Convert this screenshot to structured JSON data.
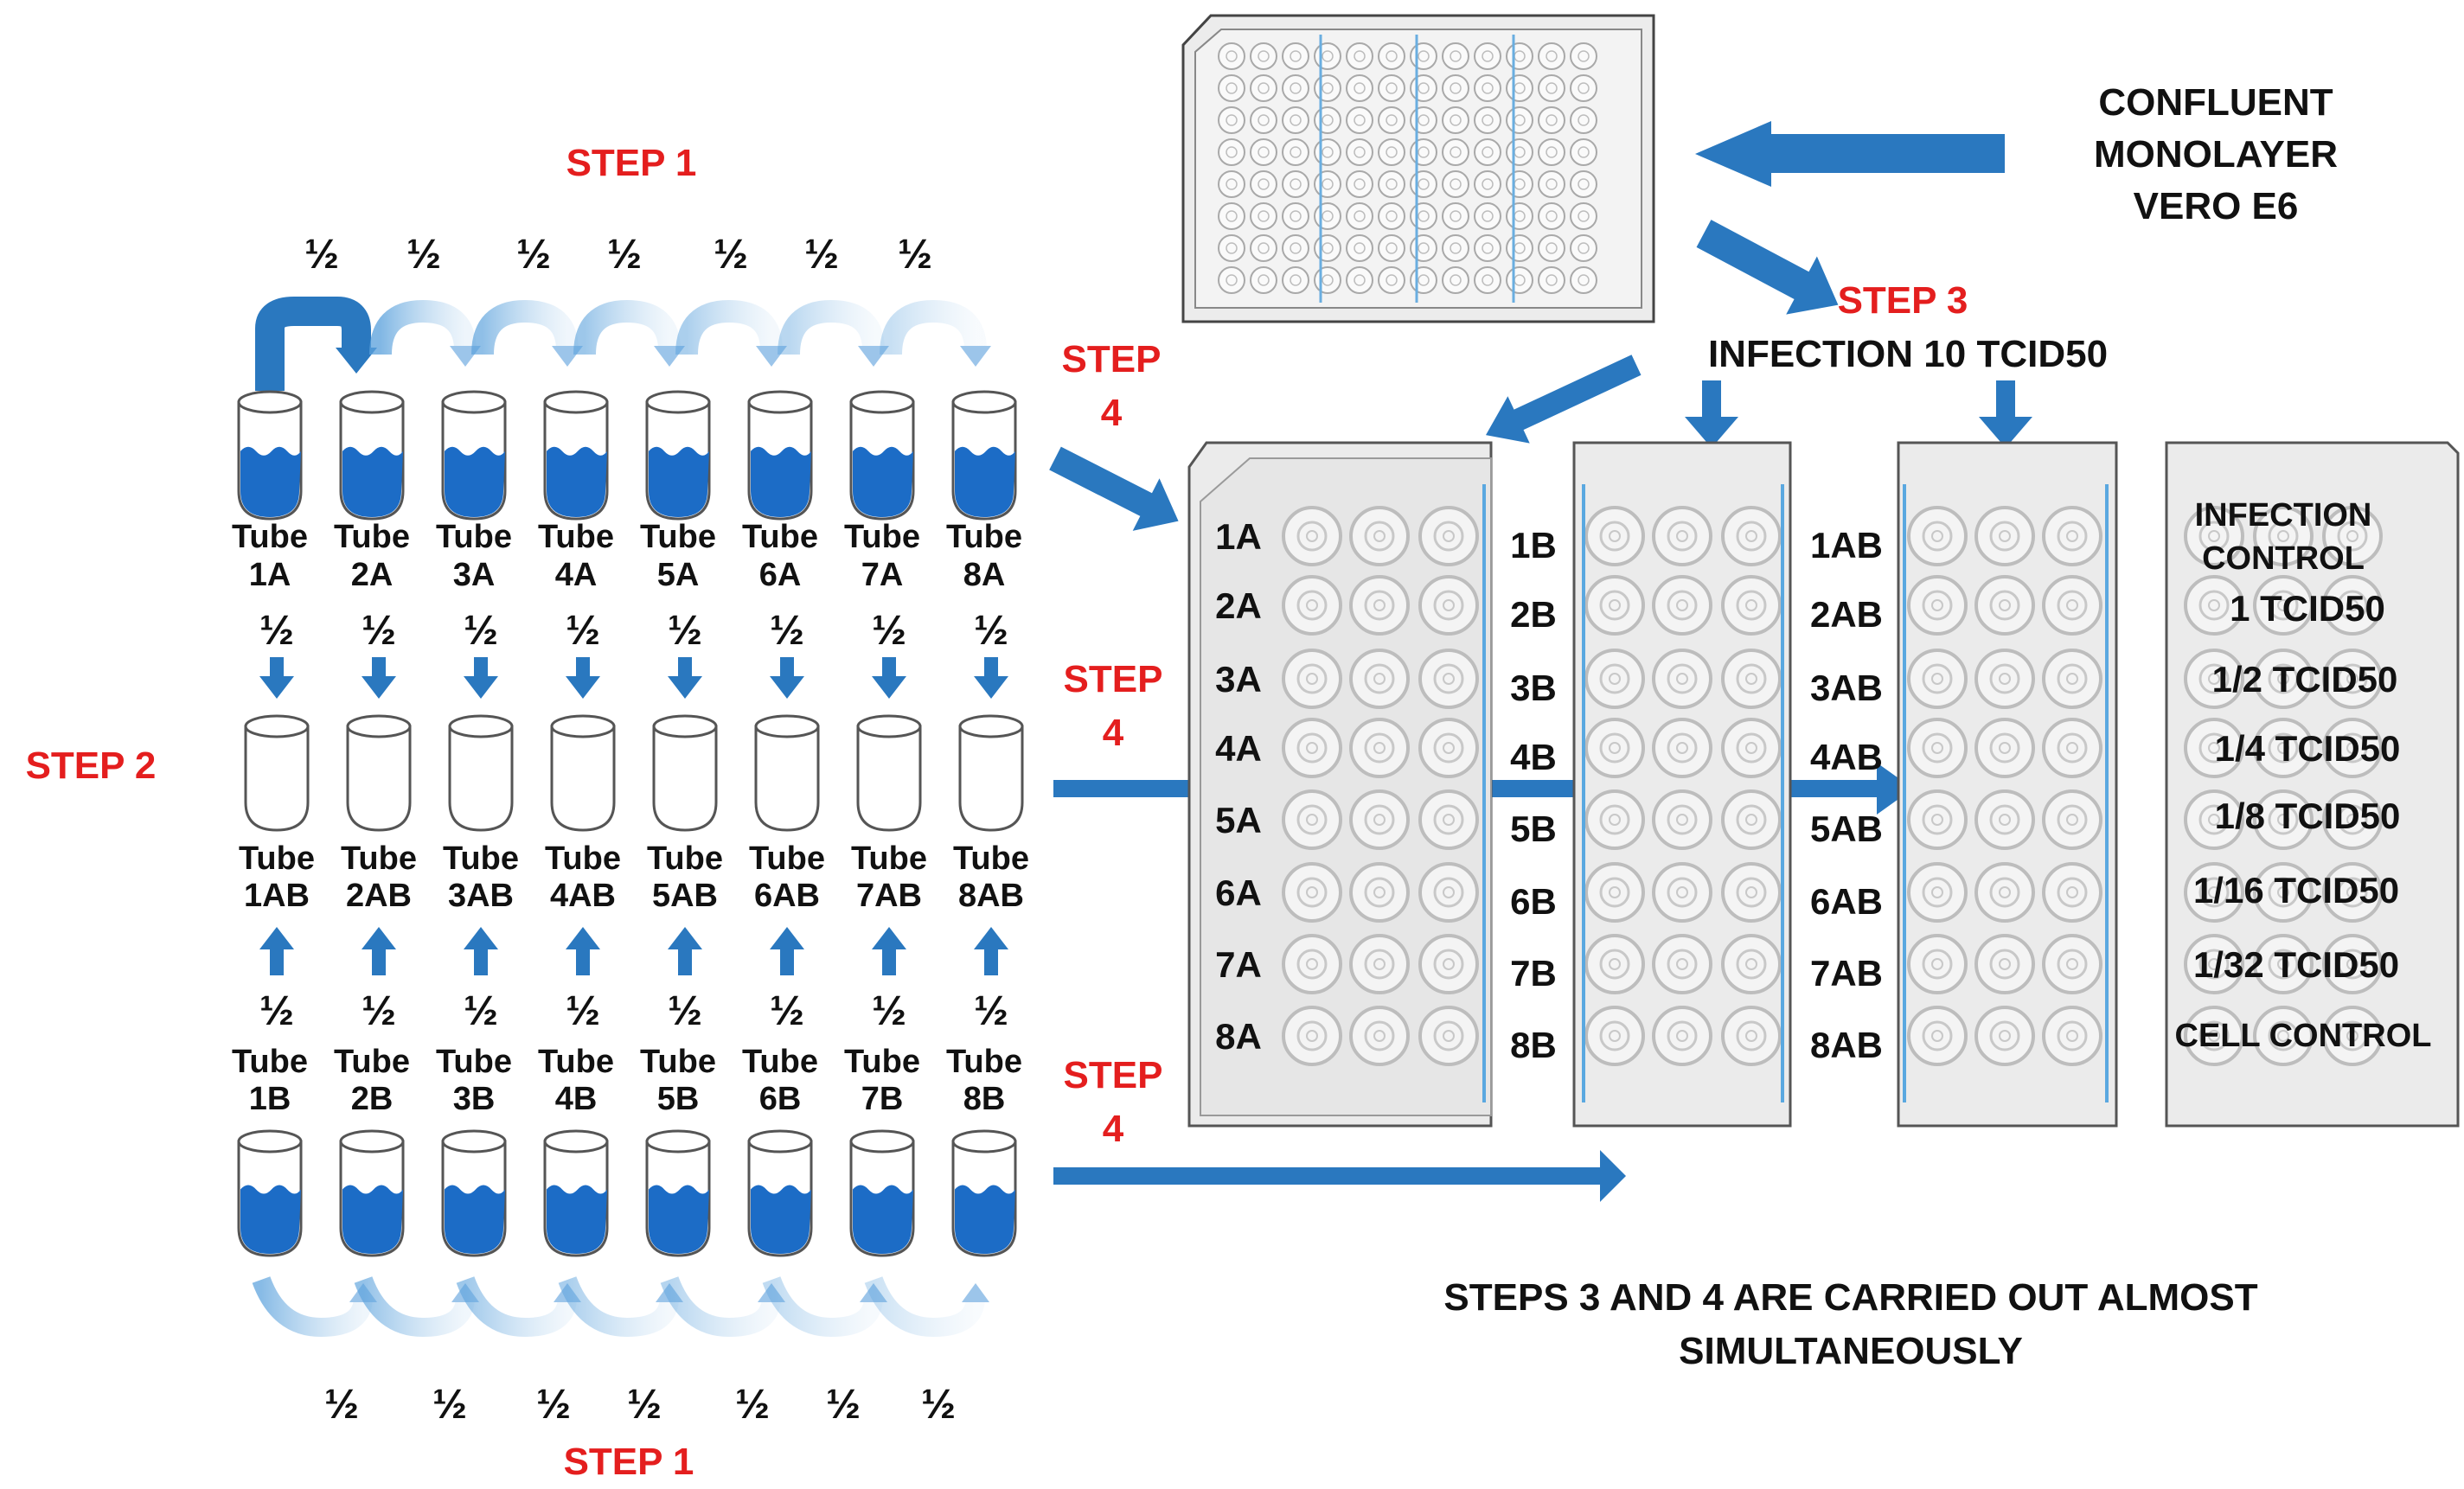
{
  "labels": {
    "step1": "STEP 1",
    "step2": "STEP 2",
    "step3": "STEP 3",
    "step4": "STEP 4",
    "infection": "INFECTION 10 TCID50",
    "source_line1": "CONFLUENT",
    "source_line2": "MONOLAYER",
    "source_line3": "VERO E6",
    "footnote_line1": "STEPS 3 AND 4 ARE CARRIED OUT ALMOST",
    "footnote_line2": "SIMULTANEOUSLY",
    "half": "½",
    "tube": "Tube"
  },
  "tubes_top": [
    "1A",
    "2A",
    "3A",
    "4A",
    "5A",
    "6A",
    "7A",
    "8A"
  ],
  "tubes_mid": [
    "1AB",
    "2AB",
    "3AB",
    "4AB",
    "5AB",
    "6AB",
    "7AB",
    "8AB"
  ],
  "tubes_bottom": [
    "1B",
    "2B",
    "3B",
    "4B",
    "5B",
    "6B",
    "7B",
    "8B"
  ],
  "plate_rows": {
    "a": [
      "1A",
      "2A",
      "3A",
      "4A",
      "5A",
      "6A",
      "7A",
      "8A"
    ],
    "b": [
      "1B",
      "2B",
      "3B",
      "4B",
      "5B",
      "6B",
      "7B",
      "8B"
    ],
    "ab": [
      "1AB",
      "2AB",
      "3AB",
      "4AB",
      "5AB",
      "6AB",
      "7AB",
      "8AB"
    ]
  },
  "controls": [
    "INFECTION",
    "CONTROL",
    "1 TCID50",
    "1/2 TCID50",
    "1/4 TCID50",
    "1/8 TCID50",
    "1/16 TCID50",
    "1/32 TCID50",
    "CELL CONTROL"
  ],
  "colors": {
    "arrow": "#2a78bf",
    "liquid": "#1c6cc6",
    "step_text": "#e41e1e",
    "plate_fill": "#e3e3e3",
    "well": "#bdbdbd"
  }
}
